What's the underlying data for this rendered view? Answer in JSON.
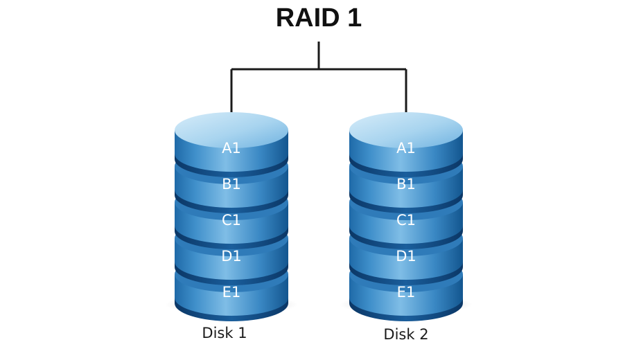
{
  "title": "RAID 1",
  "disks": [
    {
      "label": "Disk 1",
      "blocks": [
        "A1",
        "B1",
        "C1",
        "D1",
        "E1"
      ]
    },
    {
      "label": "Disk 2",
      "blocks": [
        "A1",
        "B1",
        "C1",
        "D1",
        "E1"
      ]
    }
  ],
  "colors": {
    "disk_light": "#a8d4ef",
    "disk_mid": "#3f8fca",
    "disk_dark": "#13568f",
    "disk_gap": "#0e3f73",
    "text_on_disk": "#ffffff",
    "line": "#1a1a1a"
  }
}
